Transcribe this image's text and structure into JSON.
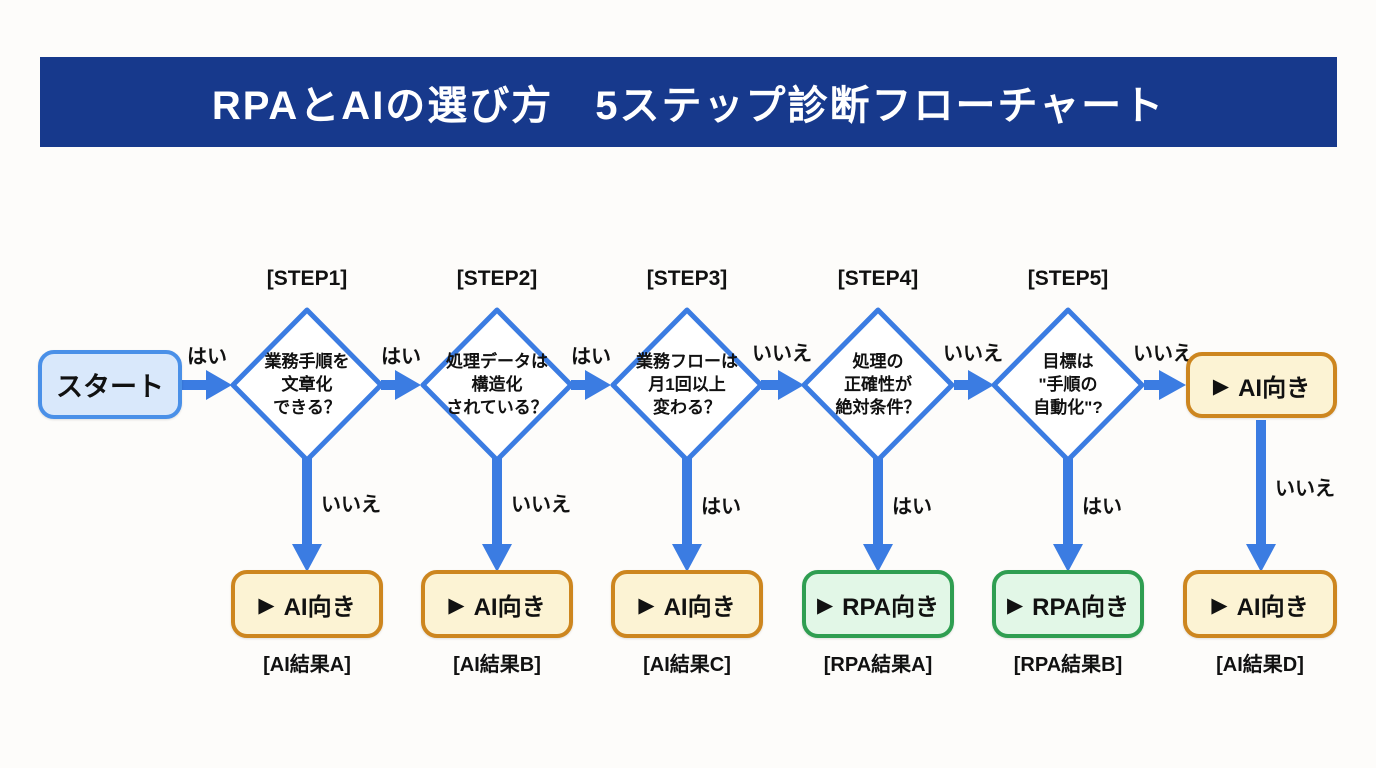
{
  "title": "RPAとAIの選び方　5ステップ診断フローチャート",
  "colors": {
    "banner_bg": "#17398c",
    "arrow_blue": "#3b7ce2",
    "start_fill": "#d9e8fb",
    "start_border": "#4a90e8",
    "ai_fill": "#fcf3d4",
    "ai_border": "#cd861f",
    "rpa_fill": "#e2f7e7",
    "rpa_border": "#2f9e51"
  },
  "start": {
    "label": "スタート",
    "out_label": "はい"
  },
  "steps": [
    {
      "tag": "[STEP1]",
      "question": "業務手順を\n文章化\nできる？",
      "right_label": "はい",
      "down_label": "いいえ"
    },
    {
      "tag": "[STEP2]",
      "question": "処理データは\n構造化\nされている？",
      "right_label": "はい",
      "down_label": "いいえ"
    },
    {
      "tag": "[STEP3]",
      "question": "業務フローは\n月1回以上\n変わる？",
      "right_label": "いいえ",
      "down_label": "はい"
    },
    {
      "tag": "[STEP4]",
      "question": "処理の\n正確性が\n絶対条件？",
      "right_label": "いいえ",
      "down_label": "はい"
    },
    {
      "tag": "[STEP5]",
      "question": "目標は\n\"手順の\n自動化\"?",
      "right_label": "いいえ",
      "down_label": "はい"
    }
  ],
  "ai_top": {
    "icon": "▶",
    "label": "AI向き",
    "down_label": "いいえ"
  },
  "results": [
    {
      "icon": "▶",
      "label": "AI向き",
      "caption": "[AI結果A]",
      "type": "ai"
    },
    {
      "icon": "▶",
      "label": "AI向き",
      "caption": "[AI結果B]",
      "type": "ai"
    },
    {
      "icon": "▶",
      "label": "AI向き",
      "caption": "[AI結果C]",
      "type": "ai"
    },
    {
      "icon": "▶",
      "label": "RPA向き",
      "caption": "[RPA結果A]",
      "type": "rpa"
    },
    {
      "icon": "▶",
      "label": "RPA向き",
      "caption": "[RPA結果B]",
      "type": "rpa"
    },
    {
      "icon": "▶",
      "label": "AI向き",
      "caption": "[AI結果D]",
      "type": "ai"
    }
  ]
}
